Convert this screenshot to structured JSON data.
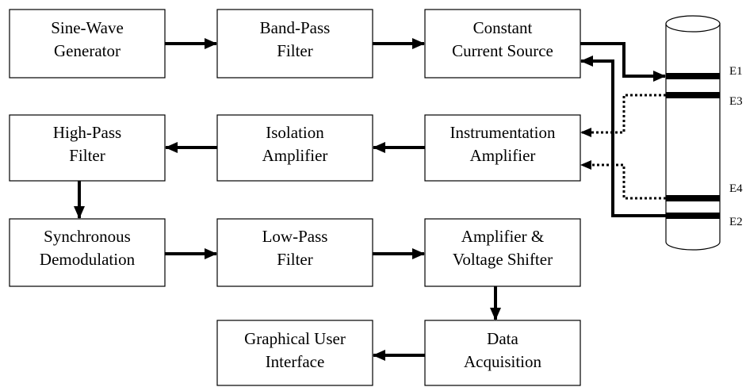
{
  "blocks": {
    "sine_wave_generator": [
      "Sine-Wave",
      "Generator"
    ],
    "band_pass_filter": [
      "Band-Pass",
      "Filter"
    ],
    "constant_current_source": [
      "Constant",
      "Current Source"
    ],
    "high_pass_filter": [
      "High-Pass",
      "Filter"
    ],
    "isolation_amplifier": [
      "Isolation",
      "Amplifier"
    ],
    "instrumentation_amplifier": [
      "Instrumentation",
      "Amplifier"
    ],
    "synchronous_demodulation": [
      "Synchronous",
      "Demodulation"
    ],
    "low_pass_filter": [
      "Low-Pass",
      "Filter"
    ],
    "amplifier_voltage_shifter": [
      "Amplifier &",
      "Voltage Shifter"
    ],
    "graphical_user_interface": [
      "Graphical User",
      "Interface"
    ],
    "data_acquisition": [
      "Data",
      "Acquisition"
    ]
  },
  "electrodes": [
    "E1",
    "E3",
    "E4",
    "E2"
  ],
  "colors": {
    "line": "#000000",
    "background": "#ffffff"
  }
}
